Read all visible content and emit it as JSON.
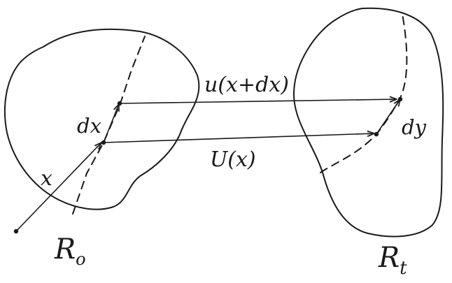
{
  "labels": {
    "dx": "dx",
    "x": "x",
    "u_x_plus_dx": "u(x+dx)",
    "u_x": "U(x)",
    "dy": "dy",
    "region_initial": "R",
    "region_initial_sub": "o",
    "region_current": "R",
    "region_current_sub": "t"
  },
  "colors": {
    "ink": "#1a1a1a",
    "background": "#ffffff"
  }
}
